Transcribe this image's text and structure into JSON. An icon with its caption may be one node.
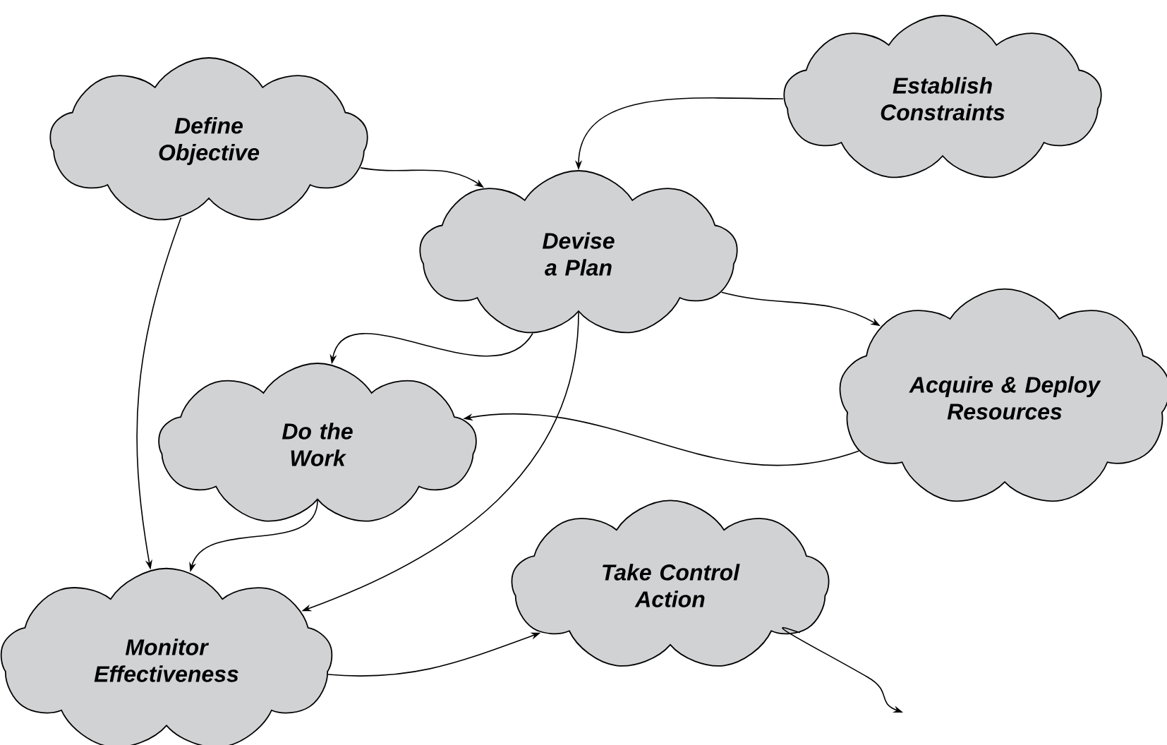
{
  "diagram": {
    "nodes": [
      {
        "text": [
          "Define Objective"
        ]
      },
      {
        "text": [
          "Establish Constraints"
        ]
      },
      {
        "text": [
          "Devise a Plan"
        ]
      },
      {
        "text": [
          "Acquire & Deploy Resources"
        ]
      },
      {
        "text": [
          "Do the Work"
        ]
      },
      {
        "text": [
          "Monitor Effectiveness"
        ]
      },
      {
        "text": [
          "Take Control Action"
        ]
      }
    ],
    "edges": [
      {
        "from": 0,
        "to": 2,
        "arrow": "to"
      },
      {
        "from": 1,
        "to": 2,
        "arrow": "to"
      },
      {
        "from": 2,
        "to": 3,
        "arrow": "to"
      },
      {
        "from": 2,
        "to": 4,
        "arrow": "to"
      },
      {
        "from": 3,
        "to": 4,
        "arrow": "to"
      },
      {
        "from": 2,
        "to": 5,
        "arrow": "to"
      },
      {
        "from": 0,
        "to": 5,
        "arrow": "to"
      },
      {
        "from": 4,
        "to": 5,
        "arrow": "to"
      },
      {
        "from": 5,
        "to": 6,
        "arrow": "to"
      },
      {
        "from": 6,
        "to": null,
        "arrow": "to"
      }
    ]
  }
}
